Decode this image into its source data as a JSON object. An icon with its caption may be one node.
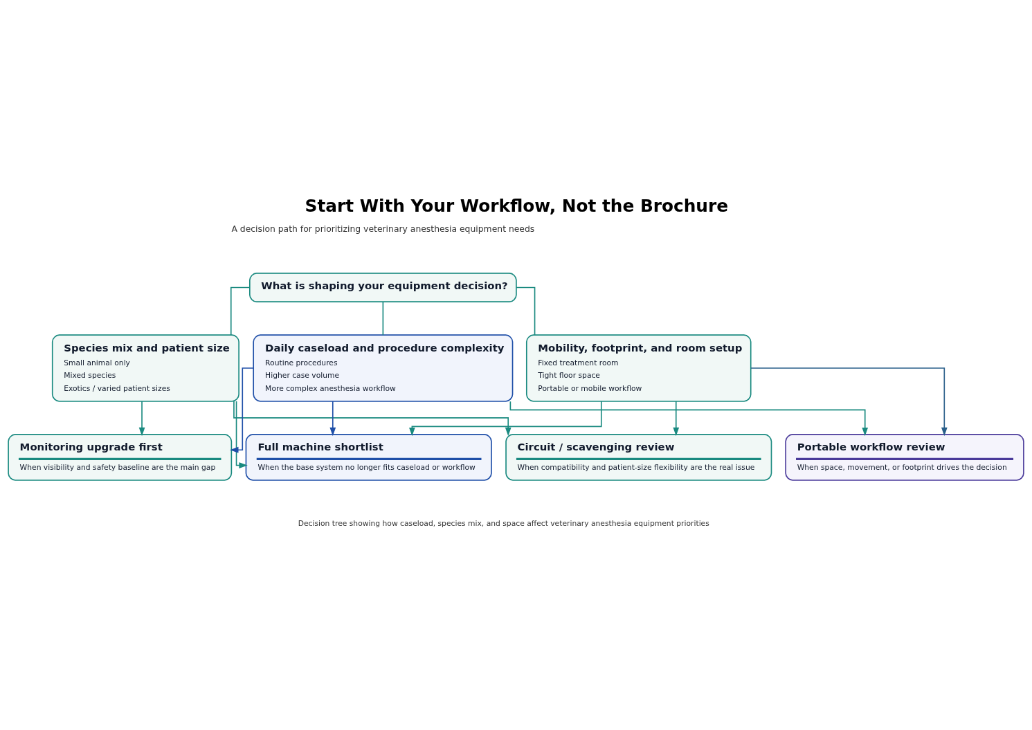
{
  "diagram": {
    "title": "Start With Your Workflow, Not the Brochure",
    "caption": "Decision tree showing how caseload, species mix, and space affect veterinary anesthesia equipment priorities",
    "nodes": [
      {
        "text": [
          "What is shaping your equipment decision?"
        ]
      },
      {
        "text": [
          "Species mix and patient size",
          "Small animal only",
          "Mixed species",
          "Exotics / varied patient sizes"
        ]
      },
      {
        "text": [
          "Daily caseload and procedure complexity",
          "Routine procedures",
          "Higher case volume",
          "More complex anesthesia workflow"
        ]
      },
      {
        "text": [
          "Mobility, footprint, and room setup",
          "Fixed treatment room",
          "Tight floor space",
          "Portable or mobile workflow"
        ]
      },
      {
        "text": [
          "Monitoring upgrade first",
          "When visibility and safety baseline are the main gap"
        ]
      },
      {
        "text": [
          "Full machine shortlist",
          "When the base system no longer fits caseload or workflow"
        ]
      },
      {
        "text": [
          "Circuit / scavenging review",
          "When compatibility and patient-size flexibility are the real issue"
        ]
      },
      {
        "text": [
          "Portable workflow review",
          "When space, movement, or footprint drives the decision"
        ]
      }
    ],
    "edges": [
      {
        "from": 0,
        "to": 1,
        "arrow": "none"
      },
      {
        "from": 0,
        "to": 2,
        "arrow": "none"
      },
      {
        "from": 0,
        "to": 3,
        "arrow": "none"
      },
      {
        "from": 1,
        "to": 4,
        "arrow": "to"
      },
      {
        "from": 1,
        "to": 5,
        "arrow": "to"
      },
      {
        "from": 1,
        "to": 6,
        "arrow": "to"
      },
      {
        "from": 2,
        "to": 4,
        "arrow": "to",
        "color": "#1f4fa8"
      },
      {
        "from": 2,
        "to": 5,
        "arrow": "to",
        "color": "#1f4fa8"
      },
      {
        "from": 2,
        "to": 7,
        "arrow": "to"
      },
      {
        "from": 3,
        "to": 5,
        "arrow": "to"
      },
      {
        "from": 3,
        "to": 6,
        "arrow": "to"
      },
      {
        "from": 3,
        "to": 7,
        "arrow": "to",
        "color": "#2a5f8a"
      }
    ],
    "labels": [
      "A decision path for prioritizing veterinary anesthesia equipment needs"
    ]
  }
}
